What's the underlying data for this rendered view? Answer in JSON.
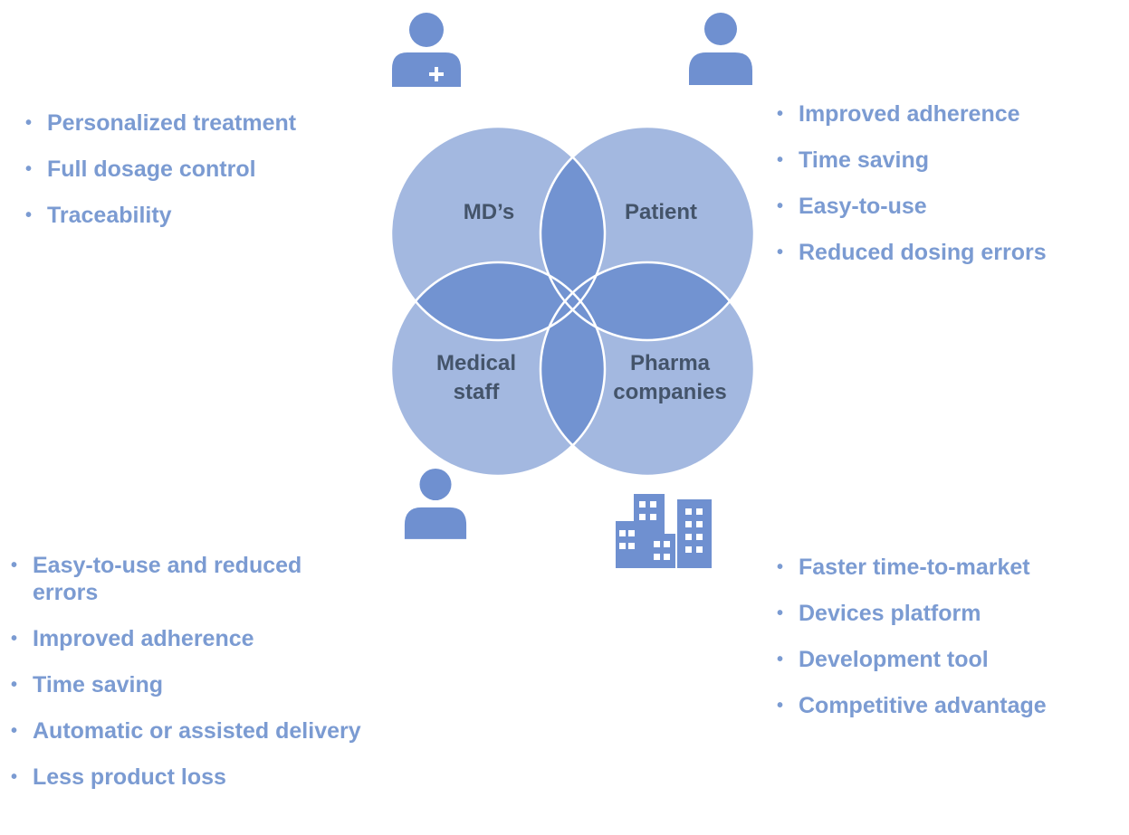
{
  "colors": {
    "circle_fill": "#a3b8e0",
    "overlap_fill": "#7293d1",
    "icon_fill": "#6f90d0",
    "bullet_text": "#7b9bd2",
    "label_text": "#44546a"
  },
  "venn": {
    "mds": "MD’s",
    "patient": "Patient",
    "medical_staff": "Medical\nstaff",
    "pharma": "Pharma\ncompanies"
  },
  "icons": {
    "doctor": "doctor-icon",
    "patient": "person-icon",
    "medical_staff": "person-icon",
    "pharma": "office-buildings-icon"
  },
  "mds_benefits": [
    "Personalized treatment",
    "Full dosage control",
    "Traceability"
  ],
  "patient_benefits": [
    "Improved adherence",
    "Time saving",
    "Easy-to-use",
    "Reduced dosing errors"
  ],
  "staff_benefits": [
    "Easy-to-use and reduced errors",
    "Improved adherence",
    "Time saving",
    "Automatic or assisted delivery",
    "Less product loss"
  ],
  "pharma_benefits": [
    "Faster time-to-market",
    "Devices platform",
    "Development tool",
    "Competitive advantage"
  ]
}
